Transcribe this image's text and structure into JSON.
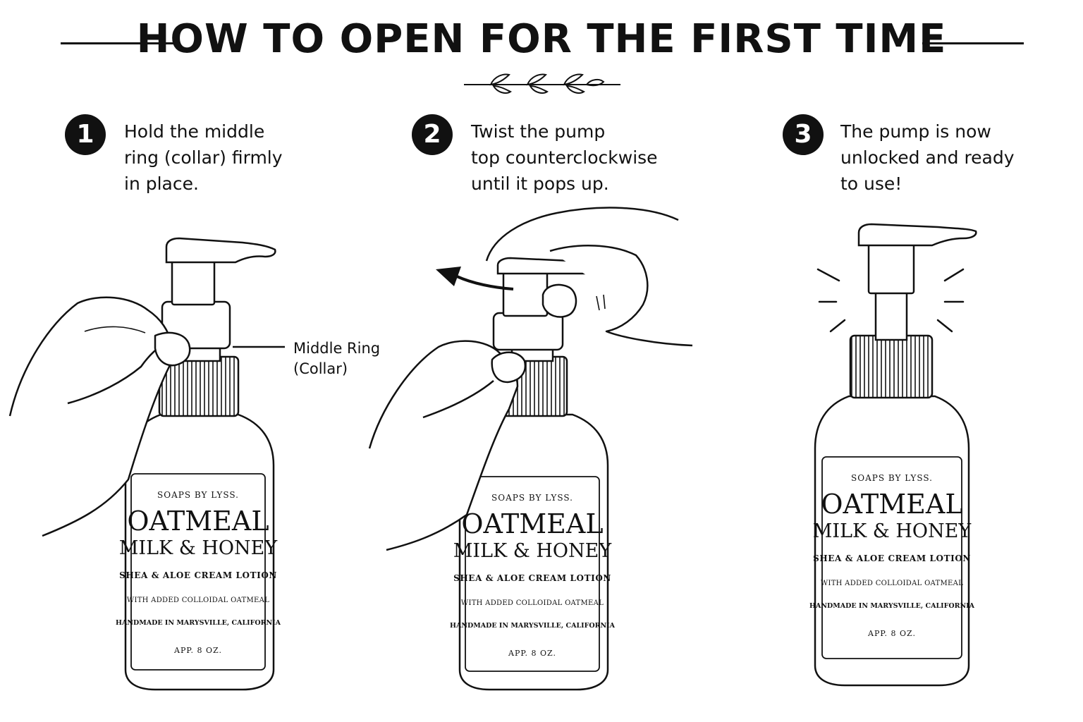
{
  "title": "HOW TO OPEN FOR THE FIRST TIME",
  "steps": [
    {
      "number": "1",
      "lines": [
        "Hold the middle",
        "ring (collar) firmly",
        "in place."
      ]
    },
    {
      "number": "2",
      "lines": [
        "Twist the pump",
        "top counterclockwise",
        "until it pops up."
      ]
    },
    {
      "number": "3",
      "lines": [
        "The pump is now",
        "unlocked and ready",
        "to use!"
      ]
    }
  ],
  "callout": {
    "lines": [
      "Middle Ring",
      "(Collar)"
    ]
  },
  "label": {
    "brand": "SOAPS BY LYSS.",
    "product_line1": "OATMEAL",
    "product_line2": "MILK & HONEY",
    "type": "SHEA & ALOE CREAM LOTION",
    "note": "WITH ADDED COLLOIDAL OATMEAL",
    "origin": "HANDMADE IN MARYSVILLE, CALIFORNIA",
    "size": "APP. 8 OZ."
  },
  "icons": [
    "step-number-badge",
    "leaf-vine-ornament",
    "counterclockwise-arrow-icon",
    "unlocked-burst-lines",
    "hand-illustration"
  ],
  "colors": {
    "ink": "#111111",
    "background": "#ffffff"
  }
}
